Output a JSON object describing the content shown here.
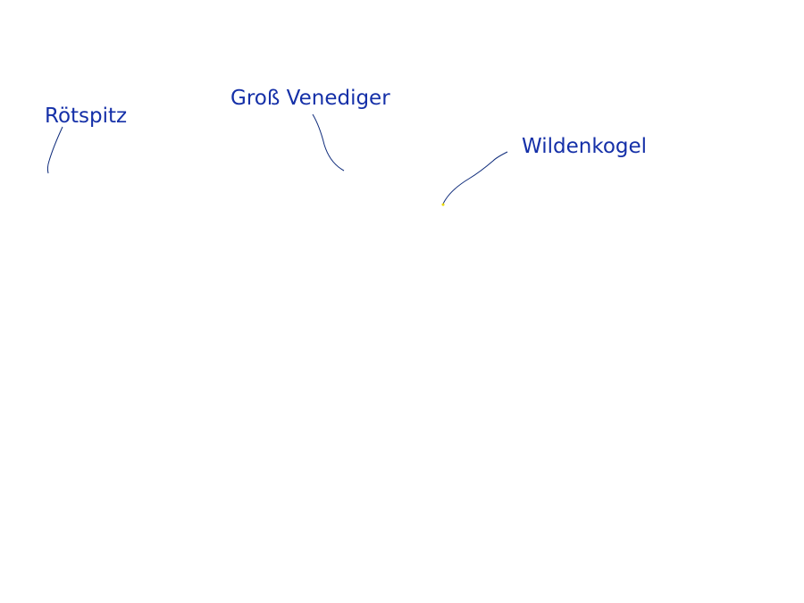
{
  "colors": {
    "label_text": "#1530a8",
    "leader_line": "#0d2a7a",
    "point_marker": "#e8d800"
  },
  "peaks": [
    {
      "name": "Rötspitz"
    },
    {
      "name": "Groß Venediger"
    },
    {
      "name": "Wildenkogel"
    }
  ]
}
